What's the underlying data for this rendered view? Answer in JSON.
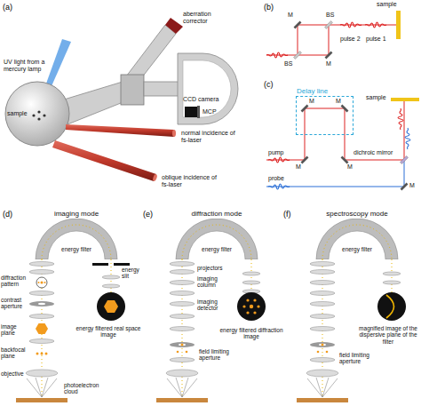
{
  "diagram": {
    "nodes": [
      {
        "text": [
          "Delay line",
          "M",
          "M"
        ]
      },
      {
        "text": [
          "energy filter"
        ]
      },
      {
        "text": [
          "energy filter"
        ]
      },
      {
        "text": [
          "energy filter"
        ]
      }
    ],
    "labels": [
      "(a)",
      "aberration corrector",
      "UV light from a mercury lamp",
      "sample",
      "CCD camera",
      "MCP",
      "normal incidence of fs-laser",
      "oblique incidence of fs-laser",
      "(b)",
      "M",
      "BS",
      "BS",
      "M",
      "sample",
      "pulse 2",
      "pulse 1",
      "(c)",
      "sample",
      "pump",
      "M",
      "M",
      "dichroic mirror",
      "probe",
      "M",
      "(d)",
      "imaging mode",
      "energy slit",
      "diffraction pattern",
      "contrast aperture",
      "image plane",
      "backfocal plane",
      "objective",
      "photoelectron cloud",
      "energy filtered real space image",
      "(e)",
      "diffraction mode",
      "projectors",
      "imaging column",
      "imaging detector",
      "field limiting aperture",
      "energy filtered diffraction image",
      "(f)",
      "spectroscopy mode",
      "field limiting aperture",
      "magnified image of the dispersive plane of the filter"
    ]
  }
}
